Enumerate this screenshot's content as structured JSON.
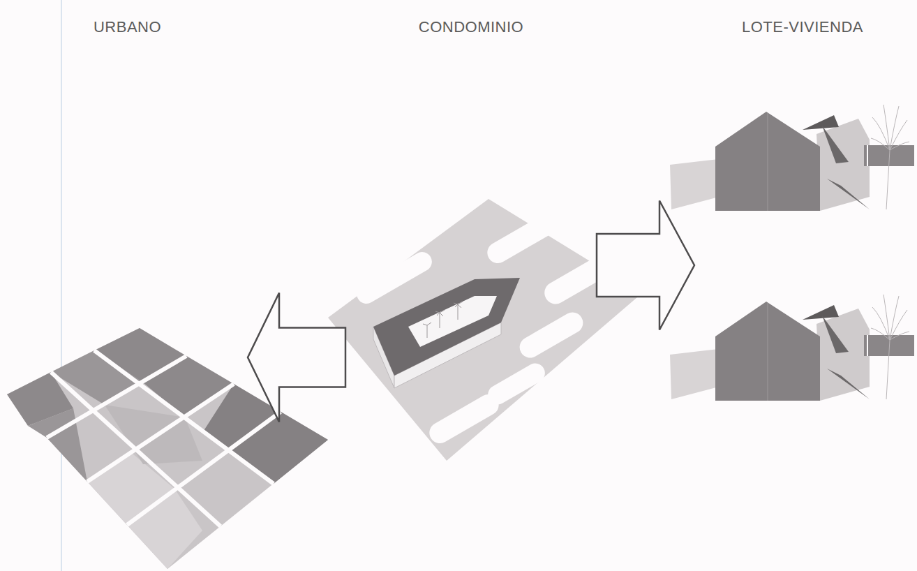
{
  "diagram": {
    "nodes": [
      {
        "text": [
          "URBANO"
        ]
      },
      {
        "text": [
          "CONDOMINIO"
        ]
      },
      {
        "text": [
          "LOTE-VIVIENDA"
        ]
      }
    ],
    "edges": [
      {
        "from": 1,
        "to": 0,
        "arrow": "to"
      },
      {
        "from": 1,
        "to": 2,
        "arrow": "to"
      }
    ]
  }
}
